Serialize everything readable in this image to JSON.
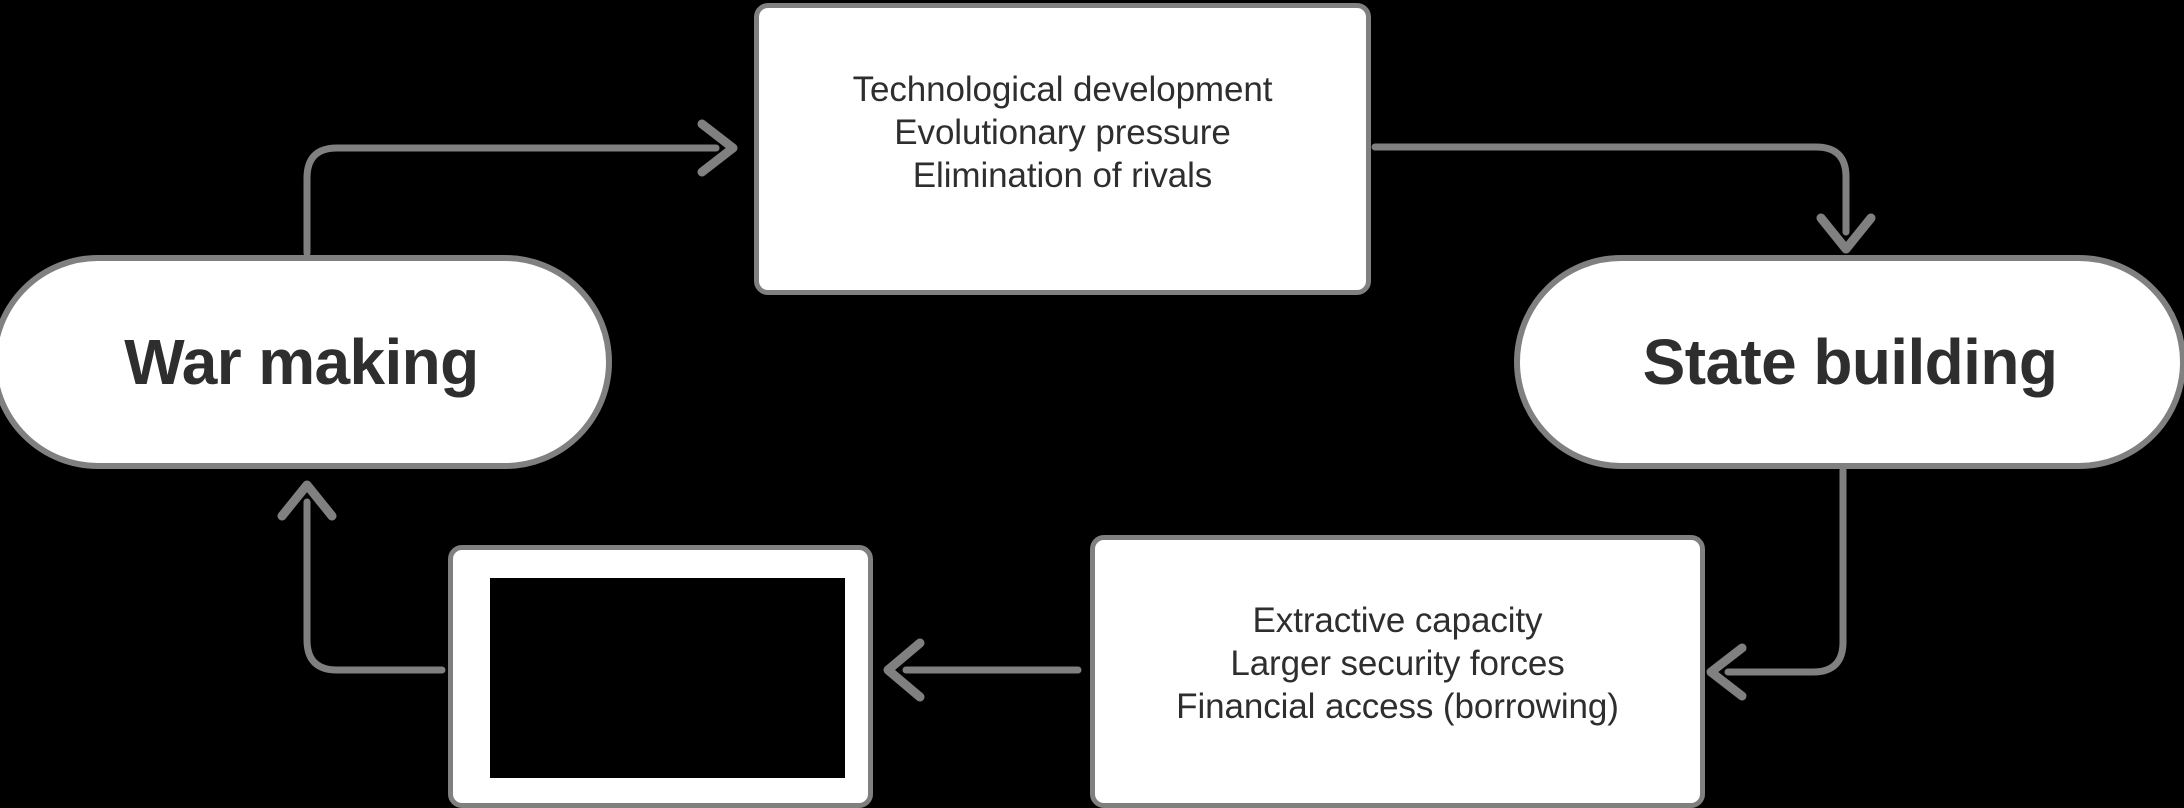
{
  "diagram": {
    "title": "War making and state building feedback cycle",
    "background_color": "#000000",
    "node_fill": "#ffffff",
    "node_border_color": "#808080",
    "edge_color": "#808080",
    "text_color": "#2e2e2e"
  },
  "nodes": {
    "war_making": {
      "label": "War making",
      "shape": "pill"
    },
    "state_building": {
      "label": "State building",
      "shape": "pill"
    },
    "tech_box": {
      "shape": "rounded-rect",
      "lines": [
        "Technological development",
        "Evolutionary pressure",
        "Elimination of rivals"
      ]
    },
    "extraction_box": {
      "shape": "rounded-rect",
      "lines": [
        "Extractive capacity",
        "Larger security forces",
        "Financial access (borrowing)"
      ]
    },
    "redacted_box": {
      "shape": "rounded-rect",
      "lines": [],
      "content": ""
    }
  },
  "edges": [
    {
      "name": "war-to-tech",
      "from": "war_making",
      "to": "tech_box",
      "arrowhead": "open",
      "direction": "up-then-right"
    },
    {
      "name": "tech-to-state",
      "from": "tech_box",
      "to": "state_building",
      "arrowhead": "open",
      "direction": "right-then-down"
    },
    {
      "name": "state-to-extraction",
      "from": "state_building",
      "to": "extraction_box",
      "arrowhead": "open",
      "direction": "down-then-left"
    },
    {
      "name": "extraction-to-redacted",
      "from": "extraction_box",
      "to": "redacted_box",
      "arrowhead": "open",
      "direction": "left"
    },
    {
      "name": "redacted-to-war",
      "from": "redacted_box",
      "to": "war_making",
      "arrowhead": "open",
      "direction": "left-then-up"
    }
  ]
}
